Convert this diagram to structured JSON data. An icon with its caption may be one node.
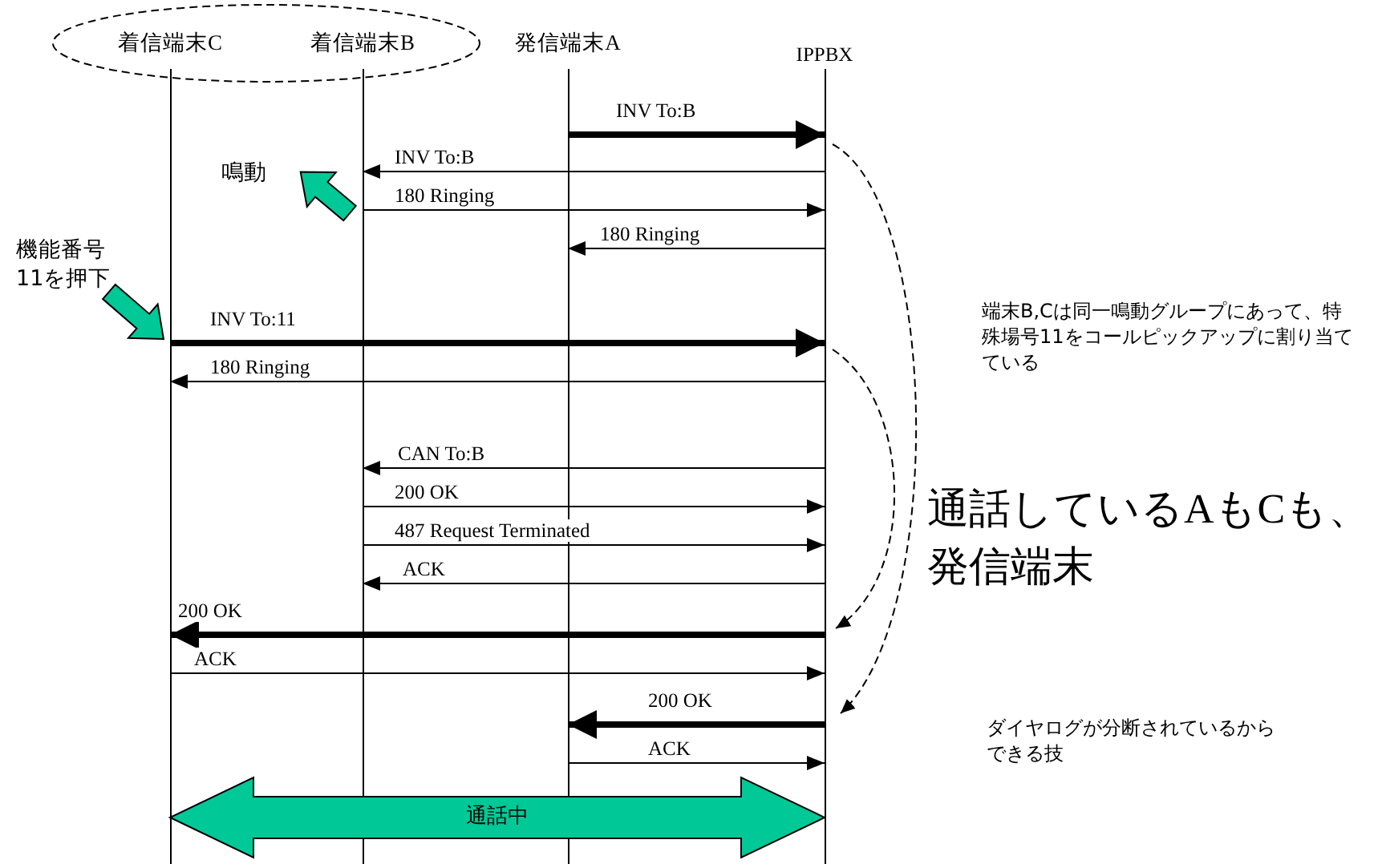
{
  "diagram": {
    "nodes": [
      {
        "text": [
          "着信端末C"
        ]
      },
      {
        "text": [
          "着信端末B"
        ]
      },
      {
        "text": [
          "発信端末A"
        ]
      },
      {
        "text": [
          "IPPBX"
        ]
      }
    ],
    "edges": [
      {
        "from": 2,
        "to": 3,
        "arrow": "to",
        "label": "INV To:B",
        "style": "thick"
      },
      {
        "from": 3,
        "to": 1,
        "arrow": "to",
        "label": "INV To:B"
      },
      {
        "from": 1,
        "to": 3,
        "arrow": "to",
        "label": "180 Ringing"
      },
      {
        "from": 3,
        "to": 2,
        "arrow": "to",
        "label": "180 Ringing"
      },
      {
        "from": 0,
        "to": 3,
        "arrow": "to",
        "label": "INV To:11",
        "style": "thick"
      },
      {
        "from": 3,
        "to": 0,
        "arrow": "to",
        "label": "180 Ringing"
      },
      {
        "from": 3,
        "to": 1,
        "arrow": "to",
        "label": "CAN To:B"
      },
      {
        "from": 1,
        "to": 3,
        "arrow": "to",
        "label": "200 OK"
      },
      {
        "from": 1,
        "to": 3,
        "arrow": "to",
        "label": "487 Request Terminated"
      },
      {
        "from": 3,
        "to": 1,
        "arrow": "to",
        "label": "ACK"
      },
      {
        "from": 3,
        "to": 0,
        "arrow": "to",
        "label": "200 OK",
        "style": "thick"
      },
      {
        "from": 0,
        "to": 3,
        "arrow": "to",
        "label": "ACK"
      },
      {
        "from": 3,
        "to": 2,
        "arrow": "to",
        "label": "200 OK",
        "style": "thick"
      },
      {
        "from": 2,
        "to": 3,
        "arrow": "to",
        "label": "ACK"
      },
      {
        "from": 0,
        "to": 3,
        "arrow": "both",
        "label": "通話中",
        "style": "thick",
        "color": "#00c896"
      }
    ],
    "labels": [
      "鳴動",
      "機能番号 11を押下",
      "端末B,Cは同一鳴動グループにあって、特殊場号11をコールピックアップに割り当てている",
      "通話しているAもCも、発信端末",
      "ダイヤログが分断されているからできる技"
    ]
  }
}
